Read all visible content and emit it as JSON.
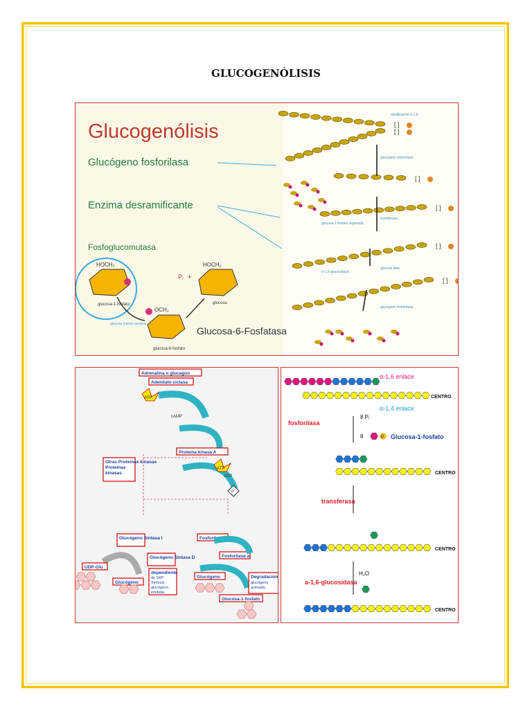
{
  "document": {
    "title": "GLUCOGENÓLISIS"
  },
  "figure1": {
    "heading": "Glucogenólisis",
    "labels": [
      "Glucógeno fosforilasa",
      "Enzima desramificante",
      "Fosfoglucomutasa"
    ],
    "fosfatasa": "Glucosa-6-Fosfatasa",
    "hoch2": "HOCH₂",
    "ocpo": "OCH₂",
    "pi": "Pᵢ",
    "plus": "+",
    "g1p": "glucosa-1-fosfato",
    "g6p": "glucosa-6-fosfato",
    "glucosa": "glucosa",
    "mutasa": "glucosa fosfato mutasa",
    "right_notes": [
      "ramificación α-1,6",
      "glucógeno fosforilasa",
      "glucosa-1-fosfato separada",
      "transferasa",
      "α-1,6-glucosidasa",
      "glucosa libre",
      "glucógeno fosforilasa"
    ]
  },
  "figure2": {
    "boxes": [
      "Adrenalina o glucagon",
      "Adenilato ciclasa",
      "Proteína kinasa A",
      "Otras Proteínas kinasas",
      "Glucógeno Sintasa I",
      "Glucógeno Sintasa D",
      "Fosforilasa b",
      "Fosforilasa a",
      "UDP-Glu",
      "Glucógeno",
      "Glucógeno",
      "Glucosa-1-fosfato",
      "dependiente de G6P Síntesis glucógeno inhibida",
      "Degradación glucógeno activada"
    ],
    "atp": "ATP",
    "adp": "ADP",
    "camp": "cAMP",
    "p": "P"
  },
  "figure3": {
    "alpha16": "α-1,6",
    "alpha14": "α-1,4",
    "enlace": "enlace",
    "centro": "CENTRO",
    "fosforilasa": "fosforilasa",
    "pi8": "8 Pᵢ",
    "eight": "8",
    "g1p": "Glucosa-1-fosfato",
    "p": "P",
    "transferasa": "transferasa",
    "glucosidasa": "a-1,6-glucosidasa",
    "h2o": "H₂O"
  },
  "colors": {
    "border": "#f3c300",
    "panel_border": "#c0392b",
    "hexagon_yellow": "#f7ef1a",
    "hexagon_blue": "#1e73d6",
    "hexagon_pink": "#e0147e",
    "hexagon_green": "#1a9a5a",
    "teal": "#2fb3c2"
  }
}
